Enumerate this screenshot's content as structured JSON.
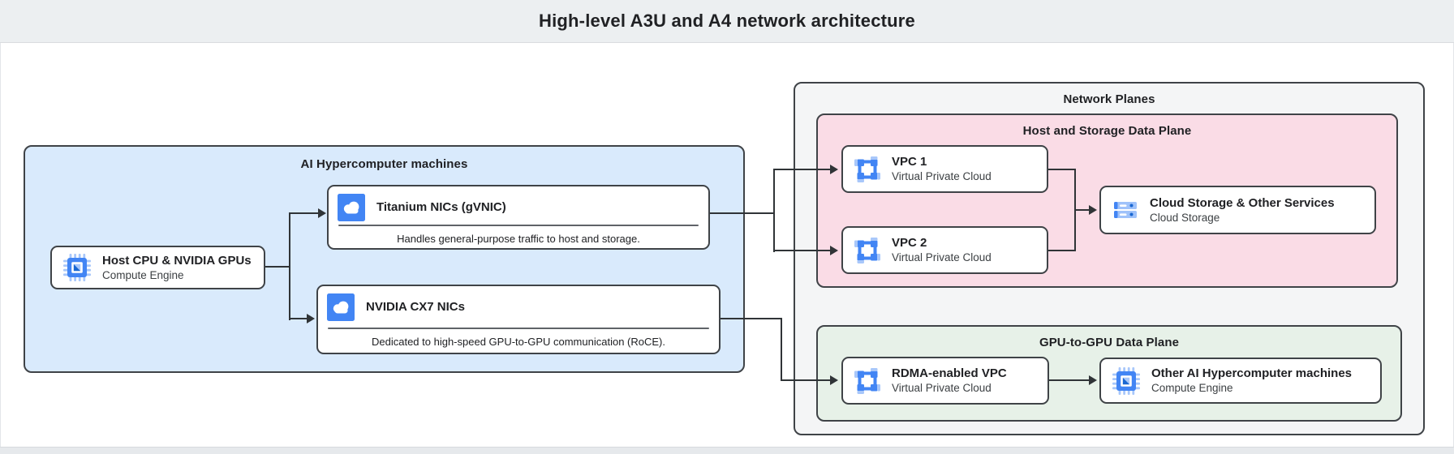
{
  "header": {
    "title": "High-level A3U and A4 network architecture"
  },
  "containers": {
    "ai_machines": {
      "label": "AI Hypercomputer machines"
    },
    "network_planes": {
      "label": "Network Planes"
    },
    "host_storage_plane": {
      "label": "Host and Storage Data Plane"
    },
    "gpu_plane": {
      "label": "GPU-to-GPU Data Plane"
    }
  },
  "nodes": {
    "host_cpu": {
      "title": "Host CPU & NVIDIA GPUs",
      "subtitle": "Compute Engine",
      "icon": "compute-engine-chip-icon"
    },
    "titanium_nic": {
      "title": "Titanium NICs (gVNIC)",
      "description": "Handles general-purpose traffic to host and storage.",
      "icon": "cloud-nic-icon"
    },
    "cx7_nic": {
      "title": "NVIDIA CX7 NICs",
      "description": "Dedicated to high-speed GPU-to-GPU communication (RoCE).",
      "icon": "cloud-nic-icon"
    },
    "vpc1": {
      "title": "VPC 1",
      "subtitle": "Virtual Private Cloud",
      "icon": "vpc-icon"
    },
    "vpc2": {
      "title": "VPC 2",
      "subtitle": "Virtual Private Cloud",
      "icon": "vpc-icon"
    },
    "cloud_storage": {
      "title": "Cloud Storage & Other Services",
      "subtitle": "Cloud Storage",
      "icon": "cloud-storage-icon"
    },
    "rdma_vpc": {
      "title": "RDMA-enabled VPC",
      "subtitle": "Virtual Private Cloud",
      "icon": "vpc-icon"
    },
    "other_machines": {
      "title": "Other AI Hypercomputer machines",
      "subtitle": "Compute Engine",
      "icon": "compute-engine-chip-icon"
    }
  },
  "edges": [
    {
      "from": "host_cpu",
      "to": "titanium_nic"
    },
    {
      "from": "host_cpu",
      "to": "cx7_nic"
    },
    {
      "from": "titanium_nic",
      "to": "vpc1"
    },
    {
      "from": "titanium_nic",
      "to": "vpc2"
    },
    {
      "from": "vpc1",
      "to": "cloud_storage"
    },
    {
      "from": "vpc2",
      "to": "cloud_storage"
    },
    {
      "from": "cx7_nic",
      "to": "rdma_vpc"
    },
    {
      "from": "rdma_vpc",
      "to": "other_machines"
    }
  ],
  "colors": {
    "icon_blue": "#4285f4",
    "icon_blue_light": "#a8c7fa",
    "icon_blue_dark": "#1967d2",
    "container_blue": "#d9eafc",
    "container_gray": "#f4f5f6",
    "container_pink": "#fadce6",
    "container_green": "#e7f1e8",
    "border_dark": "#3f4347",
    "edge": "#303437",
    "header_bg": "#eceff1",
    "title_text": "#202124",
    "subtitle_text": "#3c4043"
  }
}
